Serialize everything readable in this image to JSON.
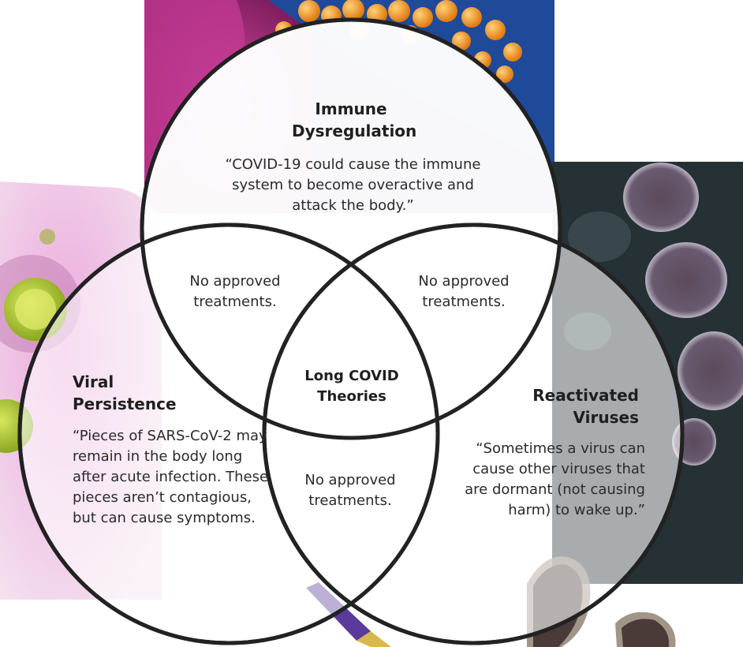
{
  "immune": {
    "title": "Immune Dysregulation",
    "quote": "“COVID-19 could cause the immune system to become overactive and attack the body.”"
  },
  "viral": {
    "title": "Viral Persistence",
    "quote": "“Pieces of SARS-CoV-2 may remain in the body long after acute infection. These pieces aren’t contagious, but can cause symptoms."
  },
  "reactivated": {
    "title": "Reactivated Viruses",
    "quote": "“Sometimes a virus can cause other viruses that are dormant (not causing harm) to wake up.”"
  },
  "overlap_immune_viral": "No approved treatments.",
  "overlap_immune_reactivated": "No approved treatments.",
  "overlap_viral_reactivated": "No approved treatments.",
  "center_label": "Long COVID Theories",
  "colors": {
    "circle_stroke": "#222222",
    "virus_magenta": "#b02a8a",
    "virus_orange": "#f0962a",
    "virus_green": "#b6d22a",
    "micrograph_dark": "#2a3438"
  }
}
